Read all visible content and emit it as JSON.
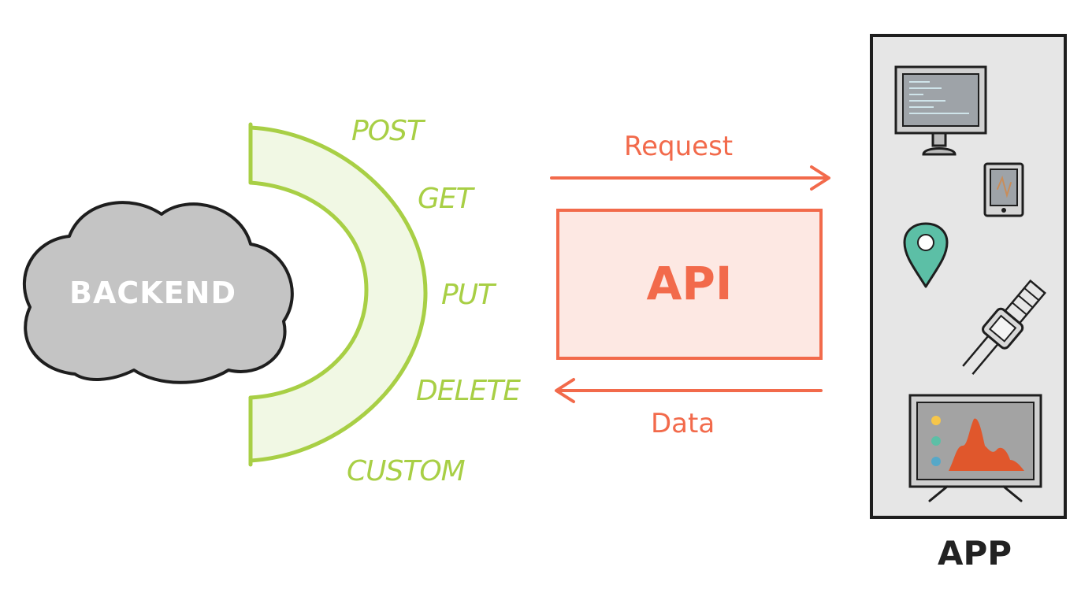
{
  "backend": {
    "label": "BACKEND"
  },
  "methods": [
    "POST",
    "GET",
    "PUT",
    "DELETE",
    "CUSTOM"
  ],
  "request": {
    "label": "Request"
  },
  "data_flow": {
    "label": "Data"
  },
  "api": {
    "label": "API"
  },
  "app": {
    "label": "APP"
  },
  "colors": {
    "green": "#a8cf45",
    "orange": "#f26a4b",
    "api_fill": "#fde8e3",
    "cloud_fill": "#c4c4c4",
    "app_panel": "#e6e6e6",
    "pin": "#5cbfa6"
  },
  "icons": [
    "cloud-icon",
    "monitor-icon",
    "tablet-icon",
    "location-pin-icon",
    "smartwatch-icon",
    "tv-chart-icon"
  ]
}
